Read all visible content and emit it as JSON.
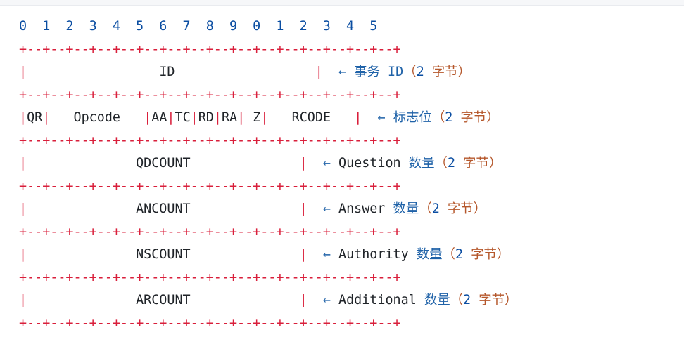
{
  "bit_header": "0  1  2  3  4  5  6  7  8  9  0  1  2  3  4  5",
  "separator": "+--+--+--+--+--+--+--+--+--+--+--+--+--+--+--+--+",
  "rows": {
    "id": {
      "field": "ID",
      "arrow": "←",
      "label_cn": "事务",
      "label_en": "ID",
      "paren_open": "（",
      "size_num": "2",
      "size_unit": "字节",
      "paren_close": "）"
    },
    "flags": {
      "qr": "QR",
      "opcode": "Opcode",
      "aa": "AA",
      "tc": "TC",
      "rd": "RD",
      "ra": "RA",
      "z": "Z",
      "rcode": "RCODE",
      "arrow": "←",
      "label_cn": "标志位",
      "paren_open": "（",
      "size_num": "2",
      "size_unit": "字节",
      "paren_close": "）"
    },
    "qdcount": {
      "field": "QDCOUNT",
      "arrow": "←",
      "label_en": "Question",
      "label_cn": "数量",
      "paren_open": "（",
      "size_num": "2",
      "size_unit": "字节",
      "paren_close": "）"
    },
    "ancount": {
      "field": "ANCOUNT",
      "arrow": "←",
      "label_en": "Answer",
      "label_cn": "数量",
      "paren_open": "（",
      "size_num": "2",
      "size_unit": "字节",
      "paren_close": "）"
    },
    "nscount": {
      "field": "NSCOUNT",
      "arrow": "←",
      "label_en": "Authority",
      "label_cn": "数量",
      "paren_open": "（",
      "size_num": "2",
      "size_unit": "字节",
      "paren_close": "）"
    },
    "arcount": {
      "field": "ARCOUNT",
      "arrow": "←",
      "label_en": "Additional",
      "label_cn": "数量",
      "paren_open": "（",
      "size_num": "2",
      "size_unit": "字节",
      "paren_close": "）"
    }
  },
  "colors": {
    "number": "#0b4ea2",
    "border": "#d91f3b",
    "annotation": "#1f62a8",
    "unit": "#b5572b",
    "text": "#1f2328"
  }
}
